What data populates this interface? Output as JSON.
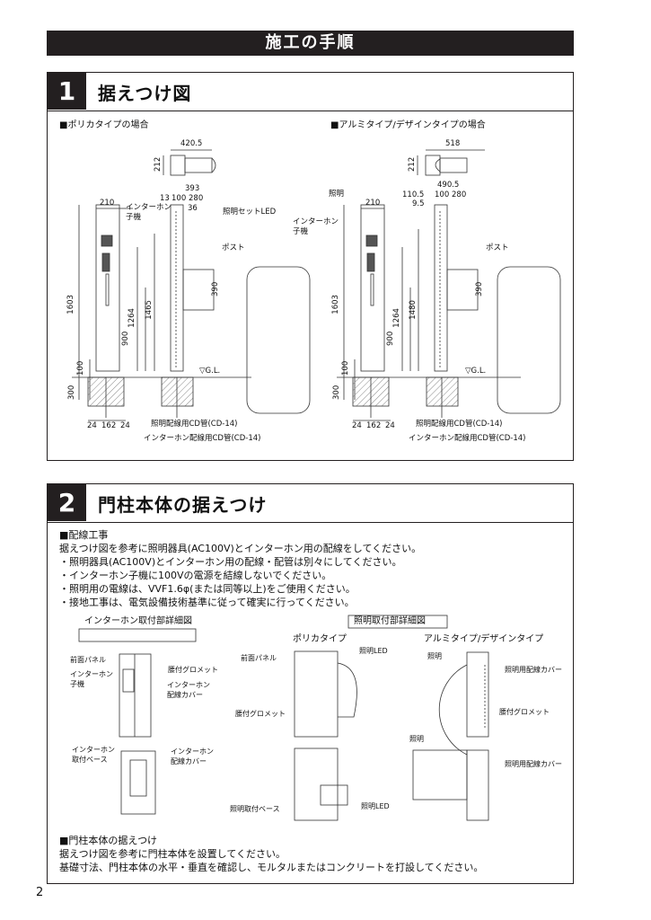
{
  "header": {
    "title": "施工の手順"
  },
  "section1": {
    "number": "1",
    "title": "据えつけ図",
    "left": {
      "caption": "■ポリカタイプの場合",
      "dims": {
        "w_top": "420.5",
        "h_top": "212",
        "d393": "393",
        "d13": "13",
        "d100": "100",
        "d280": "280",
        "d36": "36",
        "w210": "210",
        "h1603": "1603",
        "h1264": "1264",
        "h1465": "1465",
        "h900": "900",
        "h100": "100",
        "h300": "300",
        "b24a": "24",
        "b162": "162",
        "b24b": "24",
        "h390": "390"
      },
      "labels": {
        "interphone": "インターホン",
        "koki": "子機",
        "led": "照明セットLED",
        "post": "ポスト",
        "gl": "▽G.L.",
        "cd_light": "照明配線用CD管(CD-14)",
        "cd_inter": "インターホン配線用CD管(CD-14)"
      }
    },
    "right": {
      "caption": "■アルミタイプ/デザインタイプの場合",
      "dims": {
        "w_top": "518",
        "h_top": "212",
        "d4905": "490.5",
        "d1105": "110.5",
        "d100": "100",
        "d280": "280",
        "d95": "9.5",
        "w210": "210",
        "h1603": "1603",
        "h1264": "1264",
        "h1480": "1480",
        "h900": "900",
        "h100": "100",
        "h300": "300",
        "b24a": "24",
        "b162": "162",
        "b24b": "24",
        "h390": "390"
      },
      "labels": {
        "light": "照明",
        "interphone": "インターホン",
        "koki": "子機",
        "post": "ポスト",
        "gl": "▽G.L.",
        "cd_light": "照明配線用CD管(CD-14)",
        "cd_inter": "インターホン配線用CD管(CD-14)"
      }
    }
  },
  "section2": {
    "number": "2",
    "title": "門柱本体の据えつけ",
    "wiring_heading": "■配線工事",
    "wiring_lines": [
      "据えつけ図を参考に照明器具(AC100V)とインターホン用の配線をしてください。",
      "・照明器具(AC100V)とインターホン用の配線・配管は別々にしてください。",
      "・インターホン子機に100Vの電源を結線しないでください。",
      "・照明用の電線は、VVF1.6φ(または同等以上)をご使用ください。",
      "・接地工事は、電気設備技術基準に従って確実に行ってください。"
    ],
    "detail_inter": "インターホン取付部詳細図",
    "detail_light": "照明取付部詳細図",
    "poly_type": "ポリカタイプ",
    "alu_type": "アルミタイプ/デザインタイプ",
    "parts": {
      "front_panel": "前面パネル",
      "interphone": "インターホン",
      "koki": "子機",
      "grommet": "腰付グロメット",
      "inter_cover1": "インターホン",
      "inter_cover2": "配線カバー",
      "inter_base1": "インターホン",
      "inter_base2": "取付ベース",
      "inter_cover3": "インターホン",
      "inter_cover4": "配線カバー",
      "front_panel2": "前面パネル",
      "led1": "照明LED",
      "grommet2": "腰付グロメット",
      "light_base": "照明取付ベース",
      "led2": "照明LED",
      "light1": "照明",
      "light_cover1": "照明用配線カバー",
      "grommet3": "腰付グロメット",
      "light2": "照明",
      "light_cover2": "照明用配線カバー"
    },
    "install_heading": "■門柱本体の据えつけ",
    "install_lines": [
      "据えつけ図を参考に門柱本体を設置してください。",
      "基礎寸法、門柱本体の水平・垂直を確認し、モルタルまたはコンクリートを打設してください。"
    ]
  },
  "page_number": "2"
}
